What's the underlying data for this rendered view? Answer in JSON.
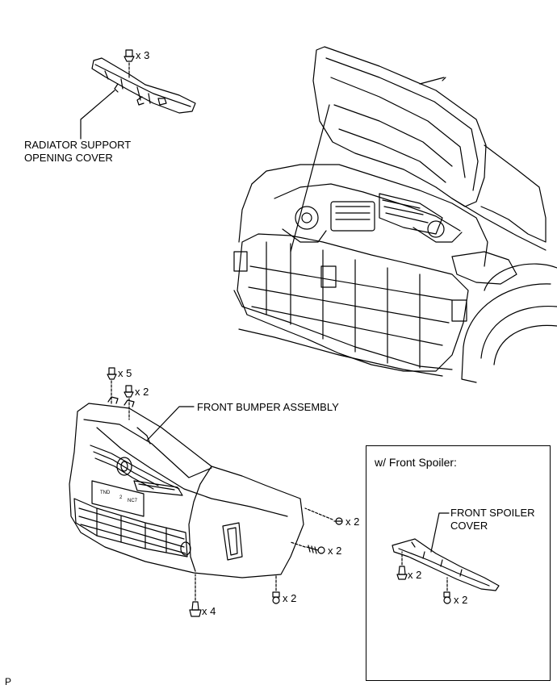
{
  "labels": {
    "radiator_support": [
      "RADIATOR SUPPORT",
      "OPENING COVER"
    ],
    "front_bumper": "FRONT BUMPER ASSEMBLY",
    "inset_title": "w/ Front Spoiler:",
    "front_spoiler": [
      "FRONT SPOILER",
      "COVER"
    ]
  },
  "quantities": {
    "radiator_clips": "x 3",
    "bumper_top_a": "x 5",
    "bumper_top_b": "x 2",
    "bumper_side_upper": "x 2",
    "bumper_side_lower": "x 2",
    "bumper_bottom_left": "x 4",
    "bumper_bottom_right": "x 2",
    "spoiler_left": "x 2",
    "spoiler_right": "x 2"
  },
  "figure_code": "P"
}
